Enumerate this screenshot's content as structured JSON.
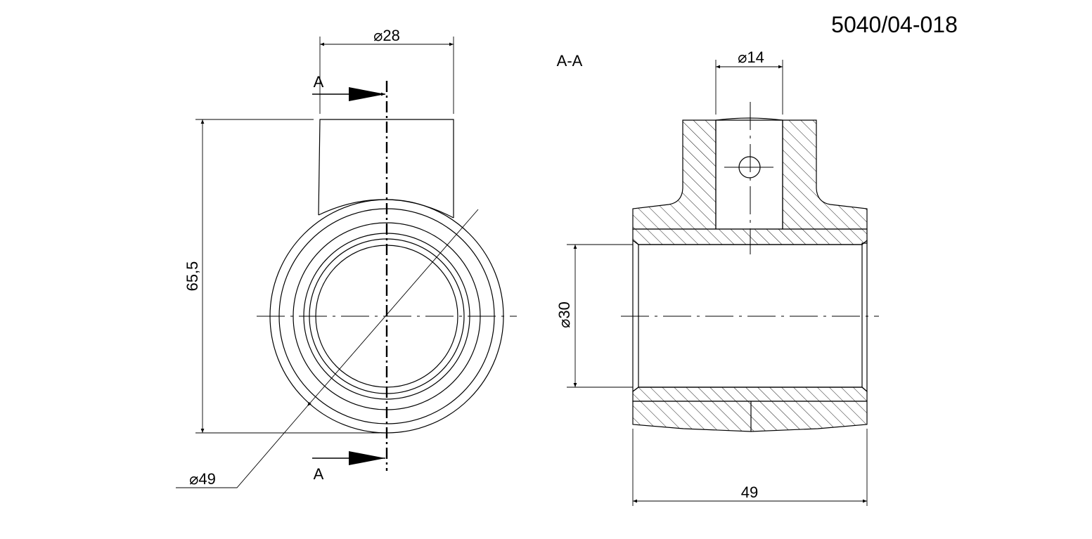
{
  "drawing_number": "5040/04-018",
  "section_title": "A-A",
  "section_marker": "A",
  "dimensions": {
    "top_diameter": "28",
    "height": "65,5",
    "outer_diameter": "49",
    "pin_hole_diameter": "14",
    "bore_diameter": "30",
    "length": "49"
  },
  "symbols": {
    "diameter": "⌀"
  }
}
